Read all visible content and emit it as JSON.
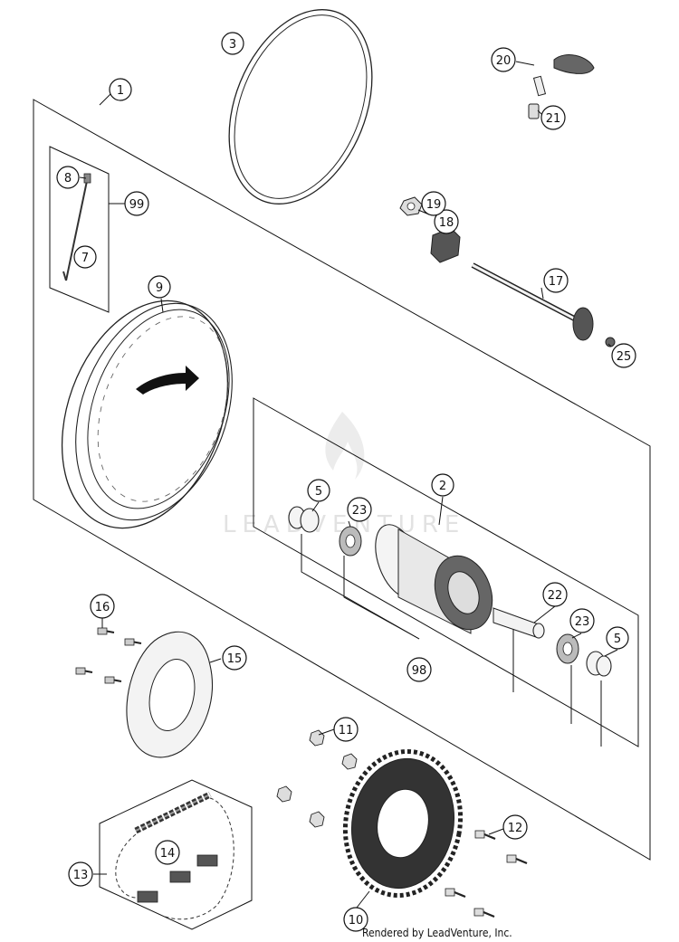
{
  "callouts": [
    {
      "id": "c1",
      "label": "1"
    },
    {
      "id": "c2",
      "label": "2"
    },
    {
      "id": "c3",
      "label": "3"
    },
    {
      "id": "c5a",
      "label": "5"
    },
    {
      "id": "c5b",
      "label": "5"
    },
    {
      "id": "c7",
      "label": "7"
    },
    {
      "id": "c8",
      "label": "8"
    },
    {
      "id": "c9",
      "label": "9"
    },
    {
      "id": "c10",
      "label": "10"
    },
    {
      "id": "c11",
      "label": "11"
    },
    {
      "id": "c12",
      "label": "12"
    },
    {
      "id": "c13",
      "label": "13"
    },
    {
      "id": "c14",
      "label": "14"
    },
    {
      "id": "c15",
      "label": "15"
    },
    {
      "id": "c16",
      "label": "16"
    },
    {
      "id": "c17",
      "label": "17"
    },
    {
      "id": "c18",
      "label": "18"
    },
    {
      "id": "c19",
      "label": "19"
    },
    {
      "id": "c20",
      "label": "20"
    },
    {
      "id": "c21",
      "label": "21"
    },
    {
      "id": "c22",
      "label": "22"
    },
    {
      "id": "c23a",
      "label": "23"
    },
    {
      "id": "c23b",
      "label": "23"
    },
    {
      "id": "c25",
      "label": "25"
    },
    {
      "id": "c98",
      "label": "98"
    },
    {
      "id": "c99",
      "label": "99"
    }
  ],
  "watermark": "LEADVENTURE",
  "credit": "Rendered by LeadVenture, Inc."
}
